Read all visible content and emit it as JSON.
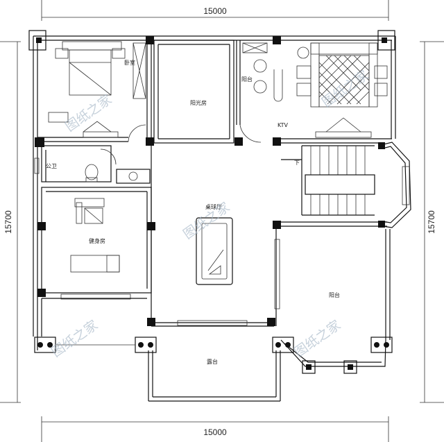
{
  "dimensions": {
    "top_width": "15000",
    "bottom_width": "15000",
    "left_height": "15700",
    "right_height": "15700"
  },
  "rooms": {
    "bedroom": "卧室",
    "sunroom": "阳光房",
    "balcony_top": "阳台",
    "ktv": "KTV",
    "toilet": "公卫",
    "gym": "健身房",
    "billiards": "桌球厅",
    "terrace_right": "阳台",
    "terrace_bottom": "露台",
    "stair_down": "下"
  },
  "watermark": "图纸之家",
  "colors": {
    "walls": "#111111",
    "watermark": "#a9b9c9",
    "background": "#ffffff"
  }
}
